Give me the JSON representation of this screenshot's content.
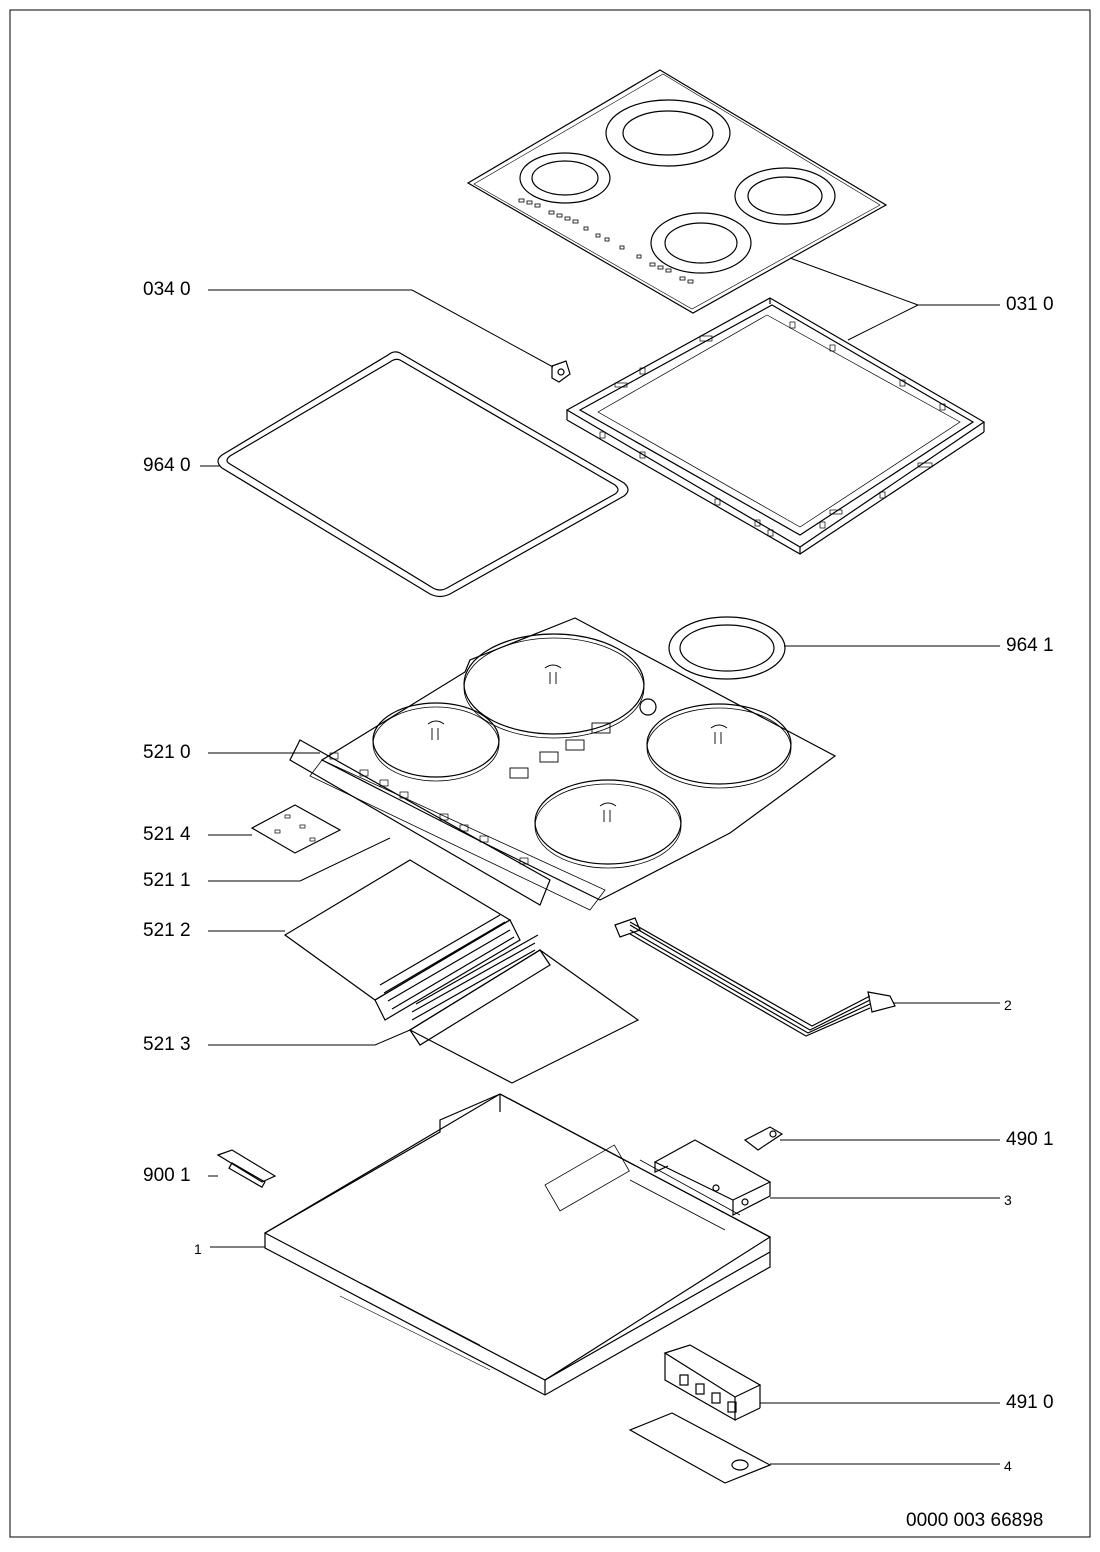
{
  "drawing": {
    "title": "",
    "document_number": "0000 003 66898"
  },
  "parts": [
    {
      "id": "p-0310",
      "label": "031 0"
    },
    {
      "id": "p-0340",
      "label": "034 0"
    },
    {
      "id": "p-9640",
      "label": "964 0"
    },
    {
      "id": "p-9641",
      "label": "964 1"
    },
    {
      "id": "p-5210",
      "label": "521 0"
    },
    {
      "id": "p-5214",
      "label": "521 4"
    },
    {
      "id": "p-5211",
      "label": "521 1"
    },
    {
      "id": "p-5212",
      "label": "521 2"
    },
    {
      "id": "p-5213",
      "label": "521 3"
    },
    {
      "id": "p-2",
      "label": "2"
    },
    {
      "id": "p-4901",
      "label": "490 1"
    },
    {
      "id": "p-9001",
      "label": "900 1"
    },
    {
      "id": "p-3",
      "label": "3"
    },
    {
      "id": "p-1",
      "label": "1"
    },
    {
      "id": "p-4910",
      "label": "491 0"
    },
    {
      "id": "p-4",
      "label": "4"
    }
  ]
}
